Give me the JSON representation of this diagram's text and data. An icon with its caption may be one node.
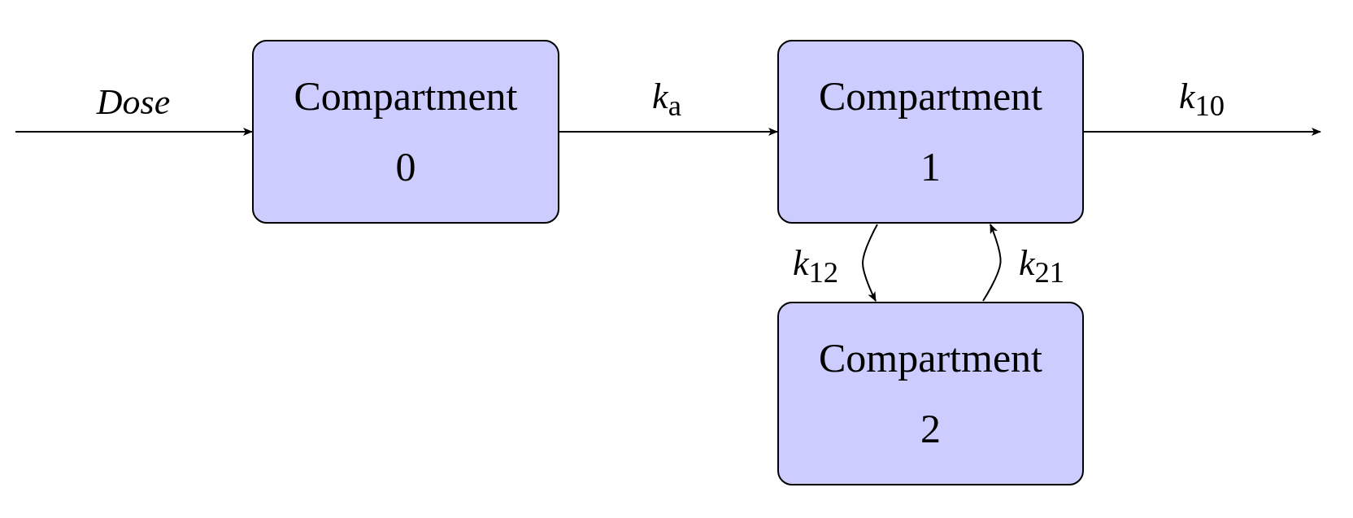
{
  "diagram": {
    "nodes": [
      {
        "text": [
          "Compartment 0"
        ]
      },
      {
        "text": [
          "Compartment 1"
        ]
      },
      {
        "text": [
          "Compartment 2"
        ]
      }
    ],
    "edges": [
      {
        "from": null,
        "to": 0,
        "arrow": "to",
        "label": "Dose"
      },
      {
        "from": 0,
        "to": 1,
        "arrow": "to",
        "label": "*k*$_{a}$"
      },
      {
        "from": 1,
        "to": null,
        "arrow": "to",
        "label": "*k*$_{10}$"
      },
      {
        "from": 1,
        "to": 2,
        "arrow": "to",
        "label": "*k*$_{12}$"
      },
      {
        "from": 2,
        "to": 1,
        "arrow": "to",
        "label": "*k*$_{21}$"
      }
    ]
  }
}
